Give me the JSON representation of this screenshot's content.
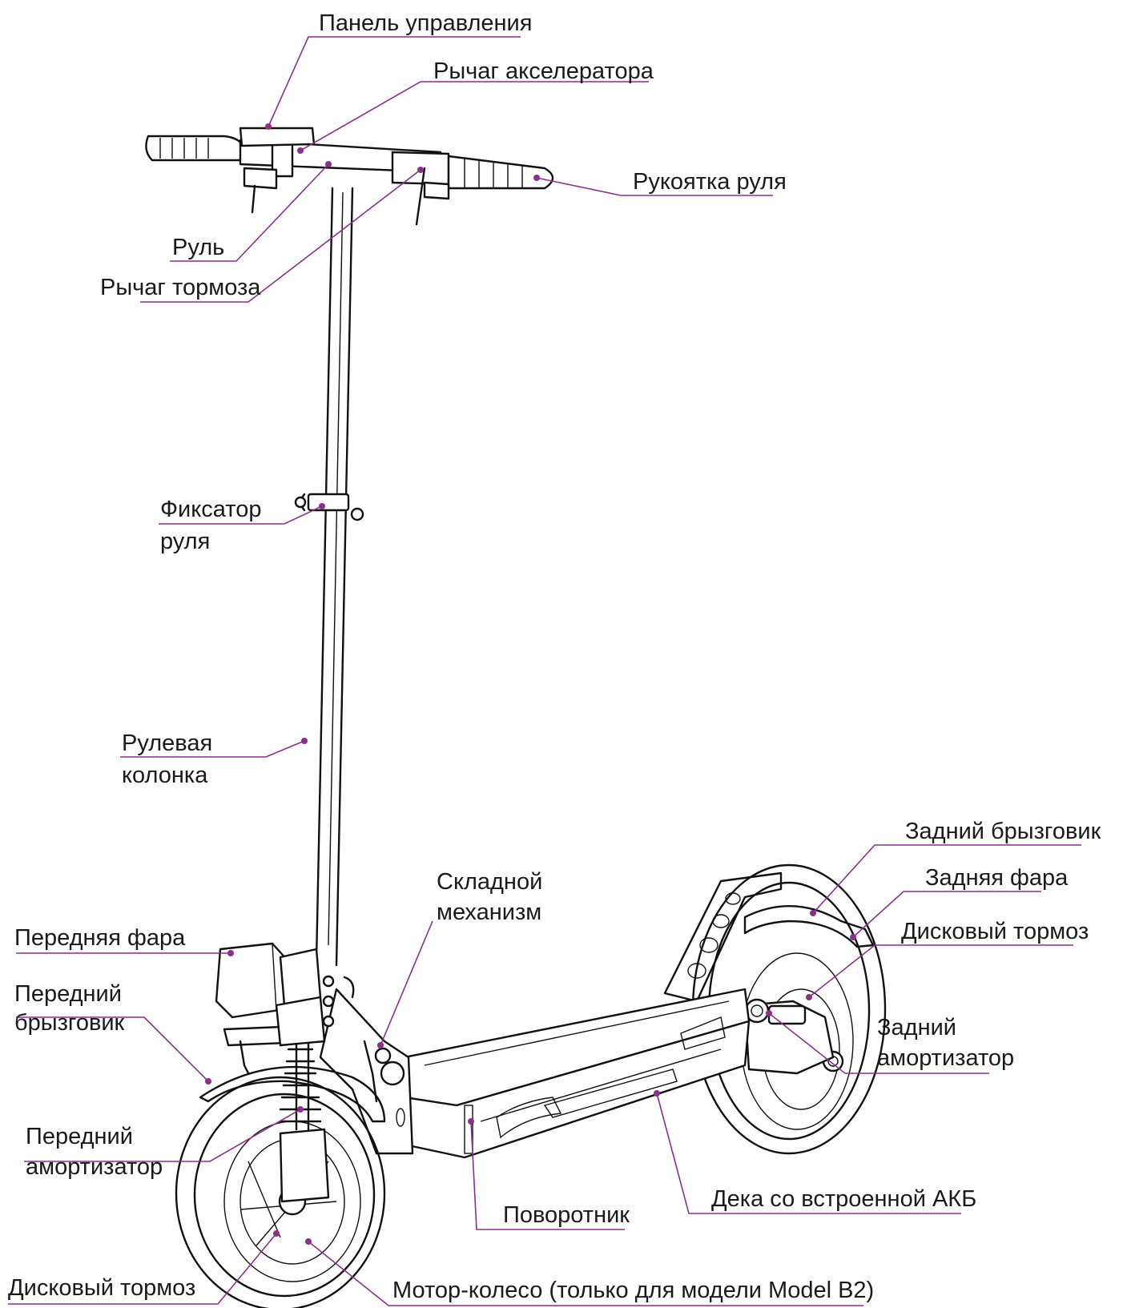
{
  "labels": {
    "control_panel": "Панель управления",
    "throttle_lever": "Рычаг акселератора",
    "handle_grip": "Рукоятка руля",
    "handlebar": "Руль",
    "brake_lever": "Рычаг тормоза",
    "stem_lock_line1": "Фиксатор",
    "stem_lock_line2": "руля",
    "steering_column_line1": "Рулевая",
    "steering_column_line2": "колонка",
    "rear_fender": "Задний брызговик",
    "rear_light": "Задняя фара",
    "rear_disc_brake": "Дисковый тормоз",
    "folding_mechanism_line1": "Складной",
    "folding_mechanism_line2": "механизм",
    "front_light": "Передняя фара",
    "front_fender_line1": "Передний",
    "front_fender_line2": "брызговик",
    "rear_shock_line1": "Задний",
    "rear_shock_line2": "амортизатор",
    "front_shock_line1": "Передний",
    "front_shock_line2": "амортизатор",
    "deck_battery": "Дека со встроенной АКБ",
    "turn_signal": "Поворотник",
    "front_disc_brake": "Дисковый тормоз",
    "motor_wheel": "Мотор-колесо (только для модели Model B2)"
  },
  "colors": {
    "leader": "#8b2f8b",
    "outline": "#111111"
  }
}
